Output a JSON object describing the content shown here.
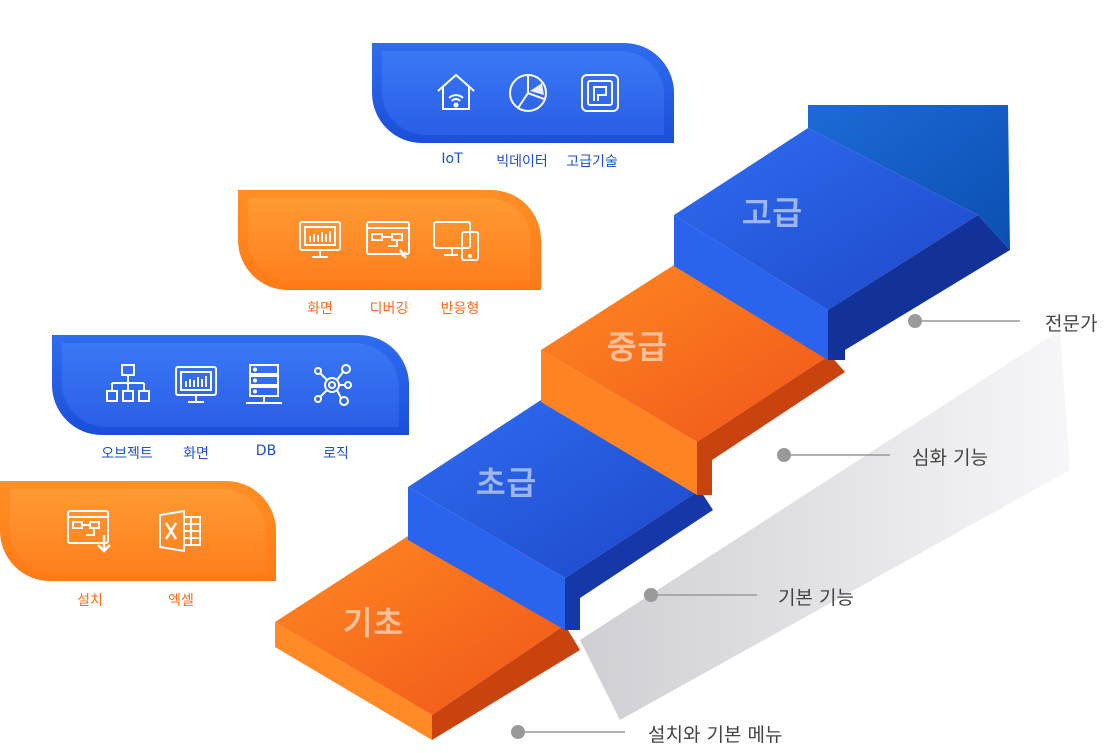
{
  "steps": {
    "basic": "기초",
    "beginner": "초급",
    "intermediate": "중급",
    "advanced": "고급"
  },
  "levels": {
    "expert": "전문가",
    "deep": "심화 기능",
    "basic_feature": "기본 기능",
    "install_menu": "설치와 기본 메뉴"
  },
  "groups": {
    "advanced": {
      "icons": [
        "smart-home-icon",
        "pie-chart-icon",
        "chip-icon"
      ],
      "labels": [
        "IoT",
        "빅데이터",
        "고급기술"
      ]
    },
    "intermediate": {
      "icons": [
        "monitor-chart-icon",
        "debug-flow-icon",
        "responsive-devices-icon"
      ],
      "labels": [
        "화면",
        "디버깅",
        "반응형"
      ]
    },
    "beginner": {
      "icons": [
        "hierarchy-icon",
        "monitor-chart-icon",
        "database-icon",
        "network-nodes-icon"
      ],
      "labels": [
        "오브젝트",
        "화면",
        "DB",
        "로직"
      ]
    },
    "basic": {
      "icons": [
        "install-flow-icon",
        "excel-icon"
      ],
      "labels": [
        "설치",
        "엑셀"
      ]
    }
  },
  "colors": {
    "blue": "#2a5ee6",
    "orange": "#ff7f1e",
    "label_blue": "#1f4fd0",
    "label_orange": "#ff6a14"
  }
}
